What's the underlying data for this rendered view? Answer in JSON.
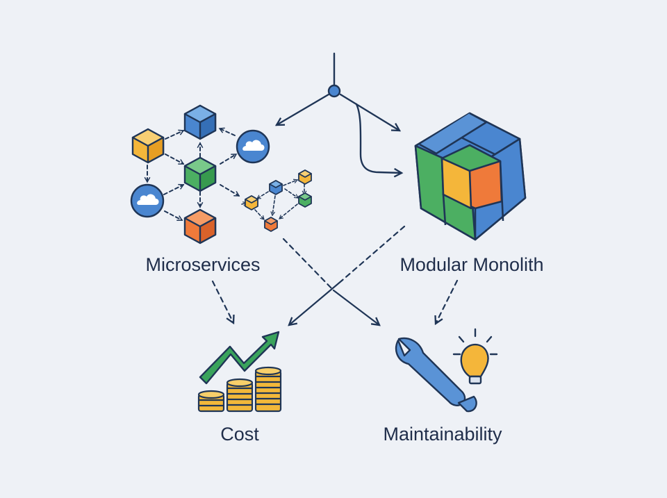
{
  "labels": {
    "microservices": "Microservices",
    "modular_monolith": "Modular Monolith",
    "cost": "Cost",
    "maintainability": "Maintainability"
  },
  "colors": {
    "background": "#eef1f6",
    "stroke": "#1f3556",
    "blue": "#4a86d0",
    "green": "#4caf62",
    "orange": "#ef7a3a",
    "yellow": "#f4b63a",
    "trend_green": "#3aa35c",
    "coin": "#f2b83a",
    "wrench": "#5a93d6"
  },
  "icons": [
    "cube-icon",
    "cloud-icon",
    "modular-monolith-cube-icon",
    "trend-arrow-icon",
    "coin-stack-icon",
    "wrench-icon",
    "lightbulb-icon"
  ]
}
